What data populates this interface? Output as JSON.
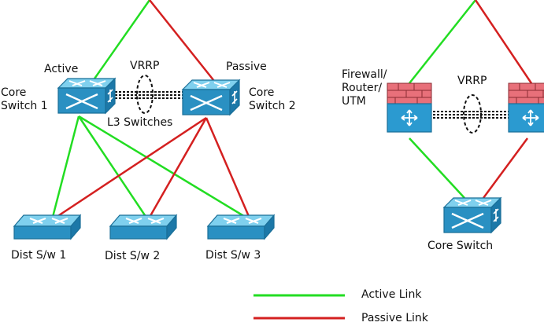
{
  "colors": {
    "active": "#22dd22",
    "passive": "#d42020",
    "switch_top": "#6ec6e6",
    "switch_side": "#2a8fbf",
    "firewall_brick": "#e8707a",
    "firewall_body": "#2b9ad0"
  },
  "left": {
    "active_label": "Active",
    "passive_label": "Passive",
    "vrrp_label": "VRRP",
    "core1_label": "Core\nSwitch 1",
    "core2_label": "Core\nSwitch 2",
    "l3_label": "L3 Switches",
    "dist": [
      "Dist S/w 1",
      "Dist S/w 2",
      "Dist S/w 3"
    ]
  },
  "right": {
    "firewall_label": "Firewall/\nRouter/\nUTM",
    "vrrp_label": "VRRP",
    "core_label": "Core Switch"
  },
  "legend": {
    "active": "Active Link",
    "passive": "Passive Link"
  },
  "icons": {
    "switch": "switch-icon",
    "firewall": "firewall-router-icon"
  }
}
